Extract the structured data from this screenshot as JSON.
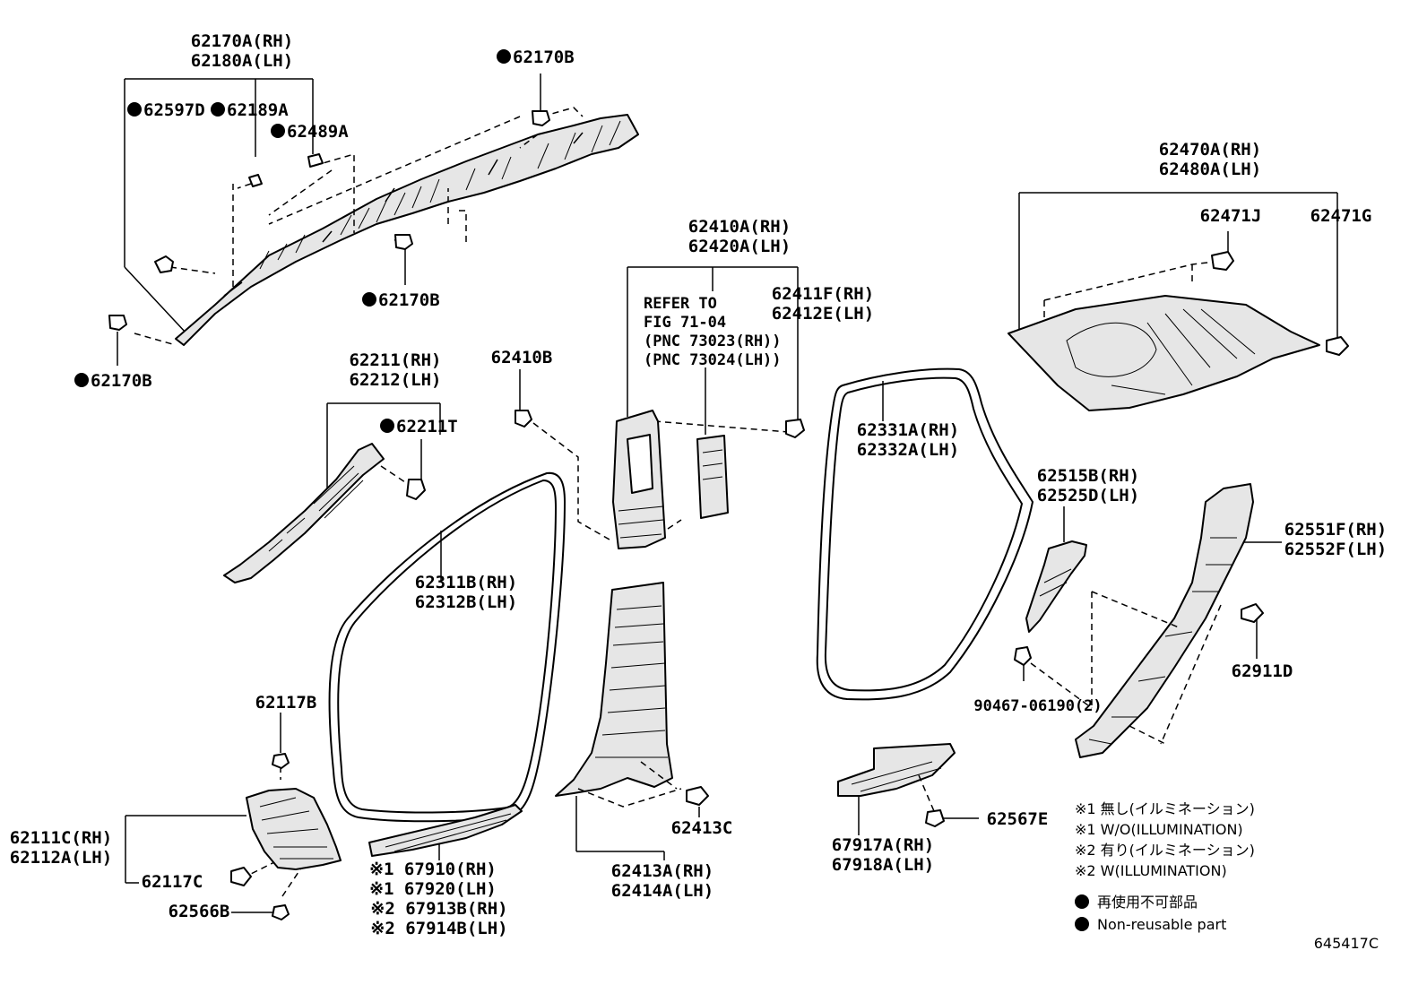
{
  "callouts": {
    "roof_rail_airbag": [
      "62170A(RH)",
      "62180A(LH)"
    ],
    "clip_62597D": "62597D",
    "clip_62189A": "62189A",
    "clip_62489A": "62489A",
    "bolt_62170B_top": "62170B",
    "bolt_62170B_mid": "62170B",
    "bolt_62170B_left": "62170B",
    "front_pillar_garnish": [
      "62211(RH)",
      "62212(LH)"
    ],
    "clip_62211T": "62211T",
    "clip_62410B": "62410B",
    "center_pillar_upper": [
      "62410A(RH)",
      "62420A(LH)"
    ],
    "refer_note": [
      "REFER TO",
      "FIG 71-04",
      "(PNC 73023(RH))",
      "(PNC 73024(LH))"
    ],
    "clip_62411F": [
      "62411F(RH)",
      "62412E(LH)"
    ],
    "front_door_weatherstrip": [
      "62311B(RH)",
      "62312B(LH)"
    ],
    "rear_door_weatherstrip": [
      "62331A(RH)",
      "62332A(LH)"
    ],
    "package_tray": [
      "62470A(RH)",
      "62480A(LH)"
    ],
    "clip_62471J": "62471J",
    "clip_62471G": "62471G",
    "quarter_trim_upper": [
      "62515B(RH)",
      "62525D(LH)"
    ],
    "roof_side_garnish": [
      "62551F(RH)",
      "62552F(LH)"
    ],
    "clip_62911D": "62911D",
    "screw_90467": "90467-06190(2)",
    "clip_62117B": "62117B",
    "cowl_side_trim": [
      "62111C(RH)",
      "62112A(LH)"
    ],
    "clip_62117C": "62117C",
    "clip_62566B": "62566B",
    "front_scuff_plate": [
      "※1 67910(RH)",
      "※1 67920(LH)",
      "※2 67913B(RH)",
      "※2 67914B(LH)"
    ],
    "center_pillar_lower": [
      "62413A(RH)",
      "62414A(LH)"
    ],
    "clip_62413C": "62413C",
    "rear_scuff_plate": [
      "67917A(RH)",
      "67918A(LH)"
    ],
    "clip_62567E": "62567E"
  },
  "legend": {
    "notes": [
      "※1 無し(イルミネーション)",
      "※1 W/O(ILLUMINATION)",
      "※2 有り(イルミネーション)",
      "※2 W(ILLUMINATION)"
    ],
    "non_reusable_jp": "再使用不可部品",
    "non_reusable_en": "Non-reusable part"
  },
  "figure_id": "645417C"
}
